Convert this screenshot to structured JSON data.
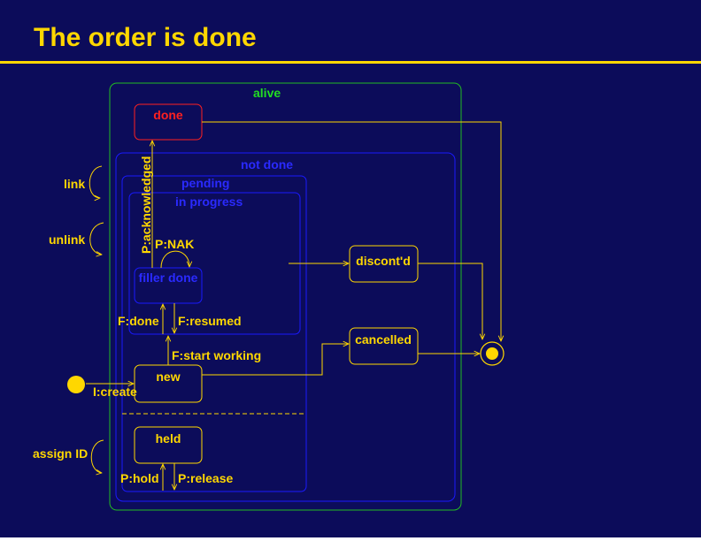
{
  "title": "The order is done",
  "colors": {
    "background": "#0c0c5a",
    "accent": "#ffd700",
    "alive_border": "#22bb22",
    "blue_border": "#1a1aff",
    "done_state": "#ff2020"
  },
  "regions": {
    "alive": "alive",
    "not_done": "not done",
    "pending": "pending",
    "in_progress": "in progress"
  },
  "states": {
    "done": "done",
    "filler_done": "filler done",
    "discontd": "discont'd",
    "cancelled": "cancelled",
    "new": "new",
    "held": "held"
  },
  "transitions": {
    "link": "link",
    "unlink": "unlink",
    "assign_id": "assign ID",
    "p_acknowledged": "P:acknowledged",
    "p_nak": "P:NAK",
    "f_done": "F:done",
    "f_resumed": "F:resumed",
    "f_start_working": "F:start working",
    "i_create": "I:create",
    "p_hold": "P:hold",
    "p_release": "P:release"
  }
}
